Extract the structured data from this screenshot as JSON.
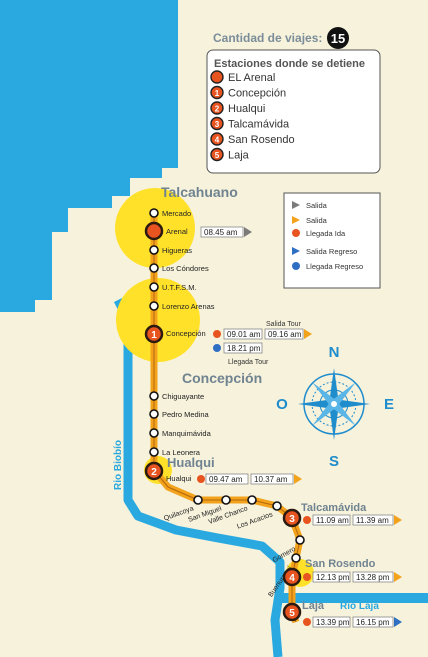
{
  "header": {
    "label": "Cantidad de viajes:",
    "count": "15"
  },
  "legend_stops": {
    "title": "Estaciones donde se detiene",
    "items": [
      {
        "marker": "",
        "label": "EL Arenal"
      },
      {
        "marker": "1",
        "label": "Concepción"
      },
      {
        "marker": "2",
        "label": "Hualqui"
      },
      {
        "marker": "3",
        "label": "Talcamávida"
      },
      {
        "marker": "4",
        "label": "San Rosendo"
      },
      {
        "marker": "5",
        "label": "Laja"
      }
    ]
  },
  "legend_symbols": {
    "items": [
      {
        "icon": "gray-triangle",
        "label": "Salida"
      },
      {
        "icon": "orange-triangle",
        "label": "Salida"
      },
      {
        "icon": "red-dot",
        "label": "Llegada Ida"
      },
      {
        "icon": "blue-triangle",
        "label": "Salida Regreso"
      },
      {
        "icon": "blue-dot",
        "label": "Llegada Regreso"
      }
    ]
  },
  "cities": {
    "talcahuano": "Talcahuano",
    "concepcion": "Concepción",
    "hualqui": "Hualqui",
    "talcamavida": "Talcamávida",
    "san_rosendo": "San Rosendo",
    "laja": "Laja"
  },
  "rivers": {
    "biobio": "Rio Biobío",
    "laja": "Rio Laja"
  },
  "stations": {
    "mercado": "Mercado",
    "arenal": "Arenal",
    "higueras": "Higueras",
    "los_condores": "Los Cóndores",
    "utfsm": "U.T.F.S.M.",
    "lorenzo_arenas": "Lorenzo Arenas",
    "concepcion": "Concepción",
    "chiguayante": "Chiguayante",
    "pedro_medina": "Pedro Medina",
    "manquimavida": "Manquimávida",
    "la_leonera": "La Leonera",
    "hualqui": "Hualqui",
    "quilacoya": "Quilacoya",
    "san_miguel": "San Miguel",
    "valle_chanco": "Valle Chanco",
    "los_acacios": "Los Acacios",
    "gomero": "Gomero",
    "buenuraqui": "Buenuraqui"
  },
  "times": {
    "arenal": "08.45 am",
    "concepcion_arrive": "09.01 am",
    "concepcion_tour_depart": "09.16 am",
    "concepcion_tour_return": "18.21 pm",
    "hualqui_arrive": "09.47 am",
    "hualqui_depart": "10.37 am",
    "talcamavida_arrive": "11.09 am",
    "talcamavida_depart": "11.39 am",
    "san_rosendo_arrive": "12.13 pm",
    "san_rosendo_depart": "13.28 pm",
    "laja_arrive": "13.39 pm",
    "laja_depart": "16.15 pm"
  },
  "tour_labels": {
    "salida": "Salida Tour",
    "llegada": "Llegada Tour"
  },
  "compass": {
    "n": "N",
    "s": "S",
    "e": "E",
    "o": "O"
  },
  "colors": {
    "sea": "#2aa9e0",
    "land": "#f7f2dc",
    "yellow": "#ffe12a",
    "rail": "#f2a31b",
    "station_red": "#e8541f",
    "blue_dot": "#2e6fc3",
    "compass_blue": "#1f8ccc"
  }
}
